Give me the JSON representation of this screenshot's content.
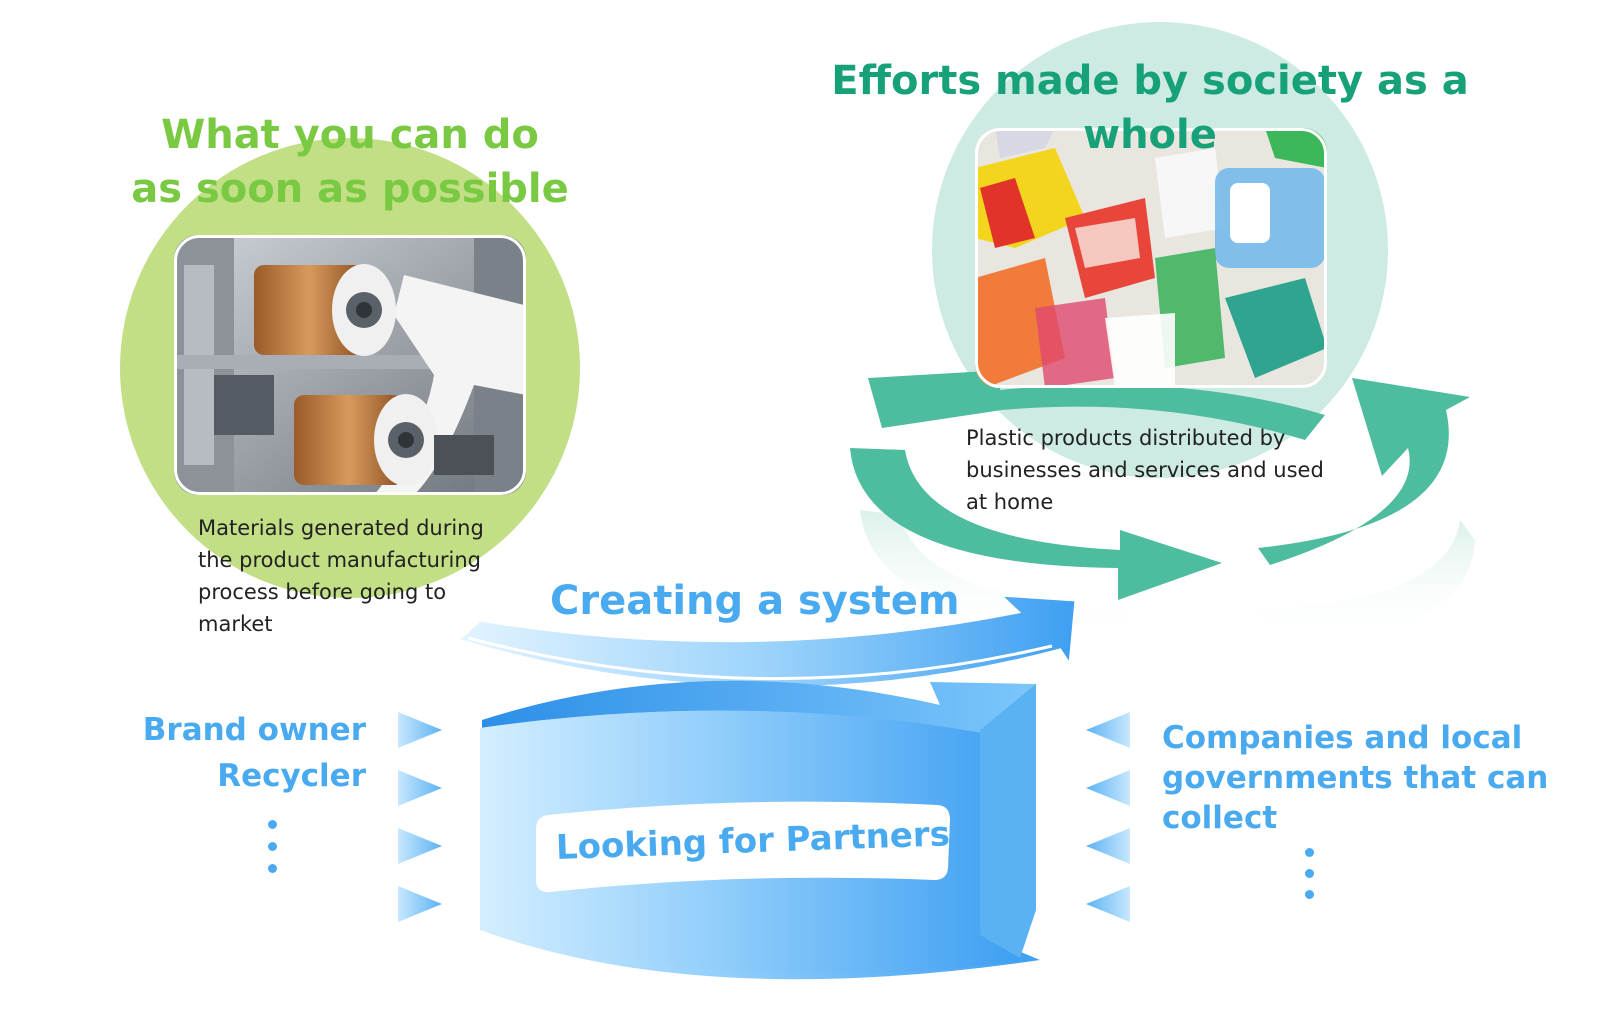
{
  "left_panel": {
    "title_line1": "What you can do",
    "title_line2": "as soon as possible",
    "caption_line1": "Materials generated during",
    "caption_line2": "the product manufacturing",
    "caption_line3": "process before going to",
    "caption_line4": "market",
    "photo_subject": "film-roll-manufacturing-machine"
  },
  "right_panel": {
    "title": "Efforts made by society as a whole",
    "caption_line1": "Plastic products distributed by",
    "caption_line2": "businesses and services and used",
    "caption_line3": "at home",
    "photo_subject": "plastic-packaging-waste"
  },
  "center": {
    "system_label": "Creating a system",
    "partners_label": "Looking for Partners"
  },
  "partners_left": [
    "Brand owner",
    "Recycler"
  ],
  "partners_right": {
    "line1": "Companies and local",
    "line2": "governments that can",
    "line3": "collect"
  },
  "colors": {
    "green_title": "#7ac943",
    "green_circle": "#c2df86",
    "teal_title": "#17a179",
    "teal_circle": "#cdebe3",
    "teal_arrow": "#4dbc9f",
    "blue": "#4aaaf0",
    "light_blue": "#b9e2ff"
  }
}
